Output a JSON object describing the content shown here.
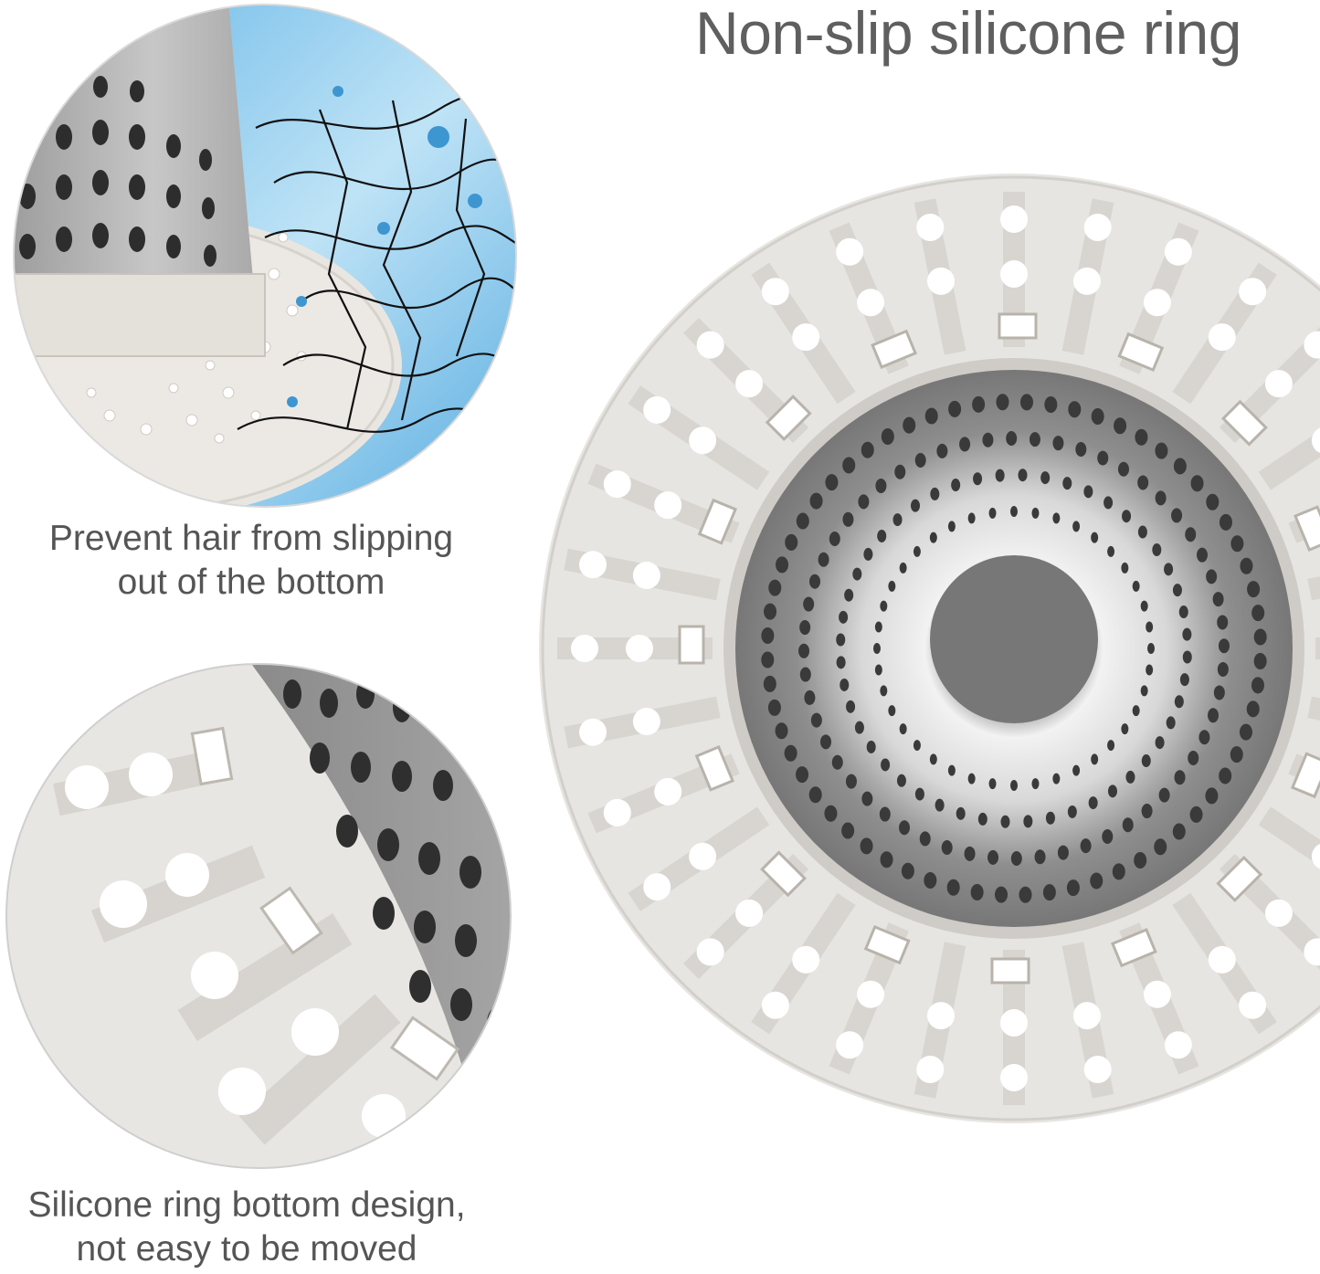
{
  "headline": "Non-slip silicone ring",
  "captions": {
    "hair": {
      "line1": "Prevent hair from slipping",
      "line2": "out of the bottom"
    },
    "bottom": {
      "line1": "Silicone ring bottom design,",
      "line2": "not easy to be moved"
    }
  },
  "colors": {
    "text": "#555555",
    "silicone": "#e6e4e0",
    "steel": "#8f8f8f",
    "water": "#8cc9ec"
  }
}
